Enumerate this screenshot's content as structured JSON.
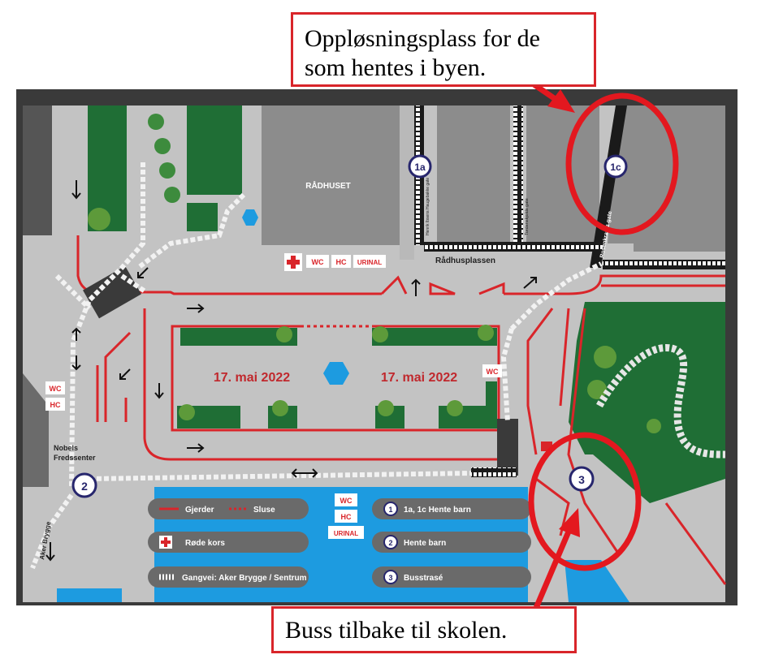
{
  "callouts": {
    "top_line1": "Oppløsningsplass for de",
    "top_line2": "som hentes i byen.",
    "bottom": "Buss tilbake til skolen."
  },
  "map": {
    "building": "RÅDHUSET",
    "square_label": "Rådhusplassen",
    "event_left": "17. mai 2022",
    "event_right": "17. mai 2022",
    "streets": {
      "hammersborg": "Henrik Ibsens Haugebakke gate",
      "tordenskiold": "Tordenskjolds gate",
      "rosenkrantz": "Rosenkrantz gate",
      "aker_brygge": "Aker Brygge"
    },
    "nobels": [
      "Nobels",
      "Fredssenter"
    ],
    "facilities": {
      "wc": "WC",
      "hc": "HC",
      "urinal": "URINAL"
    },
    "markers": {
      "m1a": "1a",
      "m1c": "1c",
      "m2": "2",
      "m3": "3"
    }
  },
  "legend": {
    "gjerder": "Gjerder",
    "sluse": "Sluse",
    "rode_kors": "Røde kors",
    "gangvei": "Gangvei: Aker Brygge / Sentrum",
    "m1_num": "1",
    "m1_text": "1a, 1c  Hente barn",
    "m2_num": "2",
    "m2_text": "Hente barn",
    "m3_num": "3",
    "m3_text": "Busstrasé"
  },
  "colors": {
    "frame": "#3a3a3a",
    "asphalt": "#c3c3c3",
    "building": "#8c8c8c",
    "grass": "#1f6e35",
    "water": "#1d9be0",
    "red": "#d9252a",
    "marker_navy": "#27266d"
  }
}
